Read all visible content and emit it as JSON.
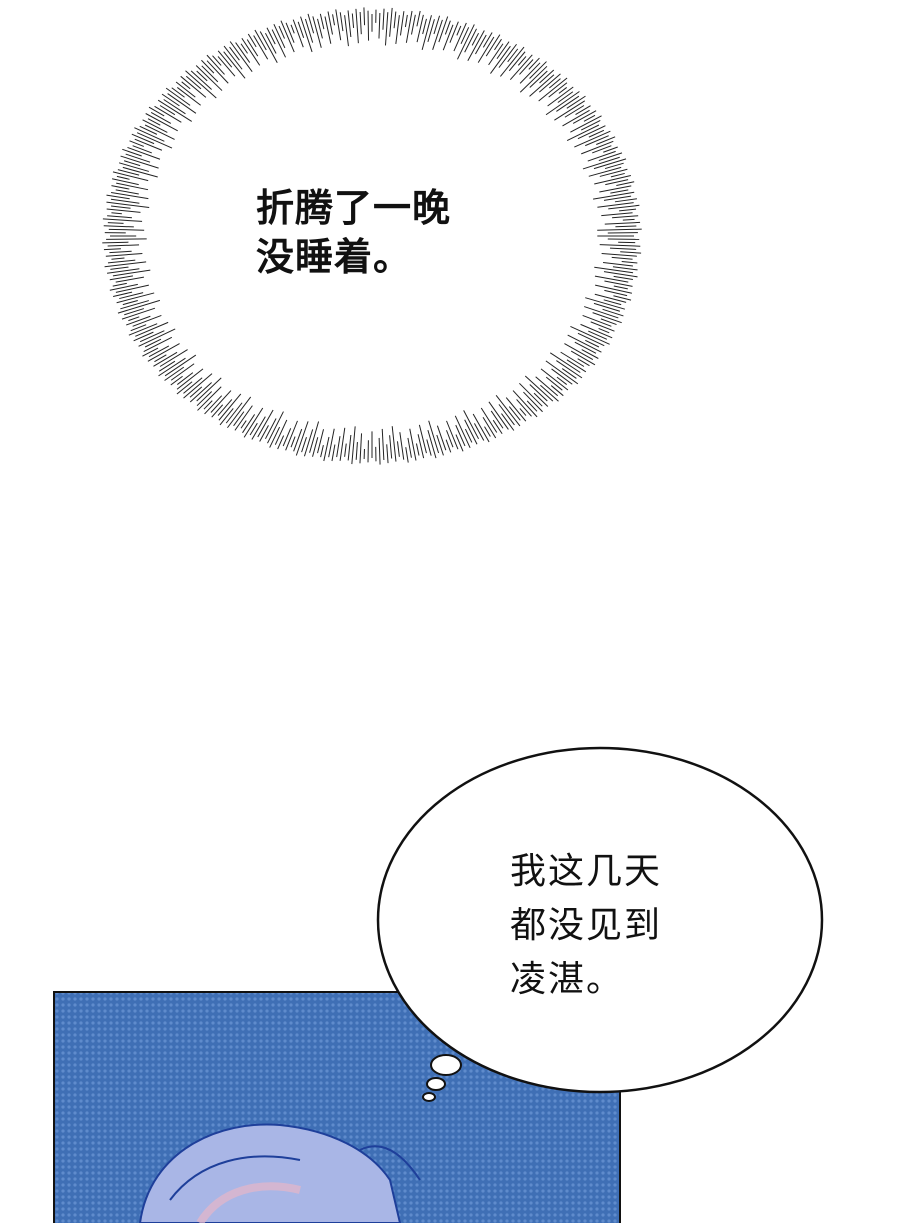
{
  "panels": [
    {
      "burst_bubble": {
        "lines": [
          "折腾了一晚",
          "没睡着。"
        ]
      }
    },
    {
      "thought_bubble": {
        "lines": [
          "我这几天",
          "都没见到",
          "凌湛。"
        ]
      },
      "colors": {
        "background": "#3f6fb5",
        "hair": "#a9b6e6"
      }
    }
  ]
}
